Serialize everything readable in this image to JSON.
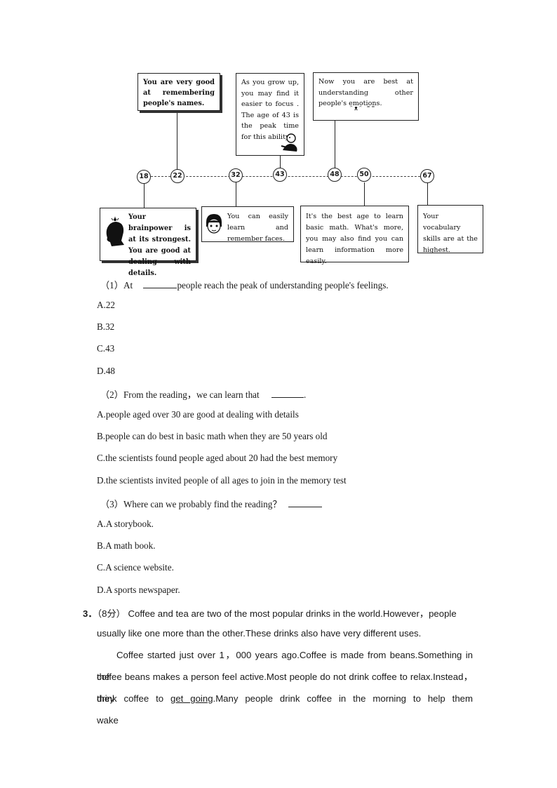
{
  "timeline": {
    "ages": [
      "18",
      "22",
      "32",
      "43",
      "48",
      "50",
      "67"
    ],
    "boxes": {
      "age22": "You are very good at remembering people's names.",
      "age43": "As you grow up, you may find it easier to focus . The age of 43 is the peak time for this ability.",
      "age48": "Now you are best at understanding other people's emotions.",
      "age18": "Your brainpower is at its strongest. You are good at dealing with details.",
      "age32": "You can easily learn and remember faces.",
      "age50": "It's the best age to learn basic math. What's more, you may also find you can learn information more easily.",
      "age67": "Your vocabulary skills are at the highest."
    }
  },
  "q1": {
    "stem_a": "（1）At",
    "stem_b": "people reach the peak of understanding people's feelings.",
    "options": [
      "A.22",
      "B.32",
      "C.43",
      "D.48"
    ]
  },
  "q2": {
    "stem": "（2）From the reading，we can learn that",
    "stem_end": ".",
    "options": [
      "A.people aged over 30 are good at dealing with details",
      "B.people can do best in basic math when they are 50 years old",
      "C.the scientists found people aged about 20 had the best memory",
      "D.the scientists invited people of all ages to join in the memory test"
    ]
  },
  "q3": {
    "stem": "（3）Where can we probably find the reading？",
    "options": [
      "A.A storybook.",
      "B.A math book.",
      "C.A science website.",
      "D.A sports newspaper."
    ]
  },
  "passage3": {
    "number": "3．",
    "score": "（8分）",
    "line1": "Coffee and tea are two of the most popular drinks in the world.However，people",
    "line2": "usually like one more than the other.These drinks also have very different uses.",
    "line3": "Coffee started just over 1，000 years ago.Coffee is made from beans.Something in the",
    "line4": "coffee beans makes a person feel active.Most people do not drink coffee to relax.Instead，they",
    "line5_a": "drink coffee to",
    "line5_u": "get going",
    "line5_b": ".Many people drink coffee in the morning to help them wake"
  }
}
